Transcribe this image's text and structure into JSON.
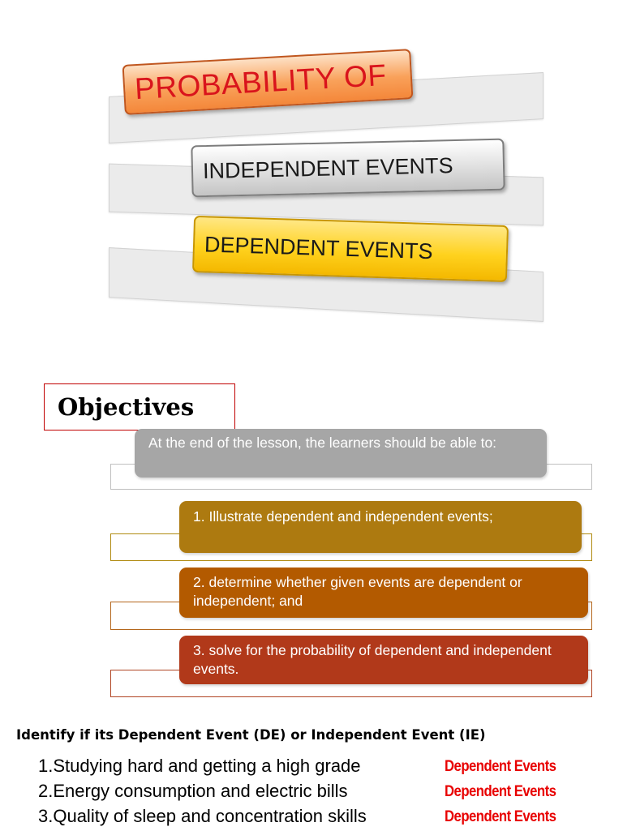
{
  "title_slide": {
    "title": "PROBABILITY OF",
    "option_independent": "INDEPENDENT EVENTS",
    "option_dependent": "DEPENDENT EVENTS",
    "colors": {
      "title_text": "#d9141c",
      "title_box": "#f9a15a",
      "independent_box": "#cfcfcf",
      "dependent_box": "#ffd21e"
    }
  },
  "objectives": {
    "heading": "Objectives",
    "intro": "At the end of the lesson, the learners should be able to:",
    "items": [
      {
        "text": "1. Illustrate dependent and independent events;",
        "color": "#ad7a10"
      },
      {
        "text": "2. determine whether given events are dependent or independent; and",
        "color": "#b35a00"
      },
      {
        "text": "3. solve for the probability of dependent and independent events.",
        "color": "#b1391a"
      }
    ],
    "intro_color": "#a6a6a6"
  },
  "identify": {
    "heading": "Identify if its Dependent Event (DE) or Independent Event (IE)",
    "items": [
      {
        "question": "1.Studying hard and getting a high grade",
        "answer": "Dependent Events"
      },
      {
        "question": "2.Energy consumption and electric bills",
        "answer": "Dependent Events"
      },
      {
        "question": "3.Quality of sleep and concentration skills",
        "answer": "Dependent Events"
      }
    ],
    "answer_color": "#e80000"
  }
}
